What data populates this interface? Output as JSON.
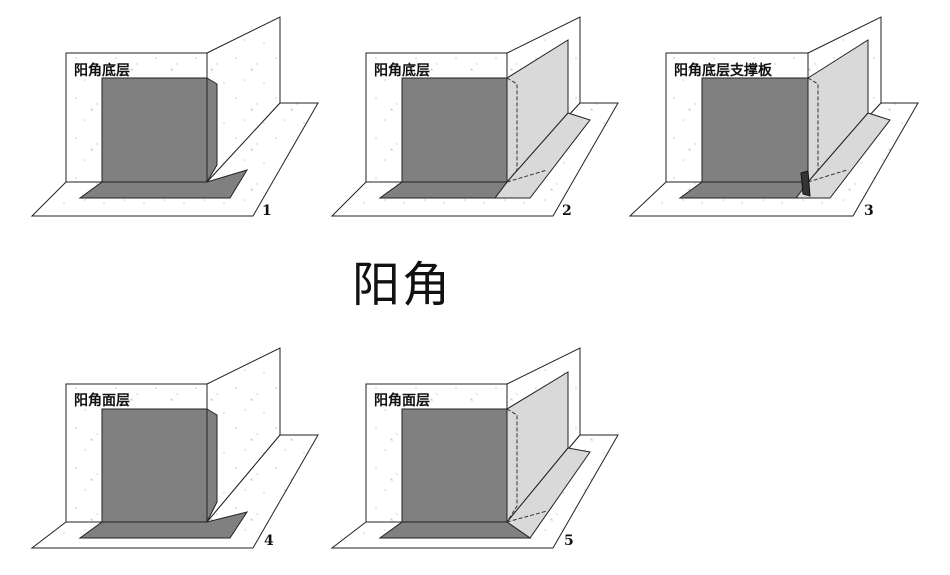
{
  "title": "阳角",
  "colors": {
    "dark_layer": "#808080",
    "light_layer": "#d9d9d9",
    "outline": "#222222",
    "support_board": "#333333",
    "background": "#ffffff"
  },
  "panels": [
    {
      "id": 1,
      "label": "阳角底层",
      "number": "1",
      "variant": "base-fold"
    },
    {
      "id": 2,
      "label": "阳角底层",
      "number": "2",
      "variant": "base-wrapped"
    },
    {
      "id": 3,
      "label": "阳角底层支撑板",
      "number": "3",
      "variant": "base-support"
    },
    {
      "id": 4,
      "label": "阳角面层",
      "number": "4",
      "variant": "face-fold"
    },
    {
      "id": 5,
      "label": "阳角面层",
      "number": "5",
      "variant": "face-wrapped"
    }
  ]
}
